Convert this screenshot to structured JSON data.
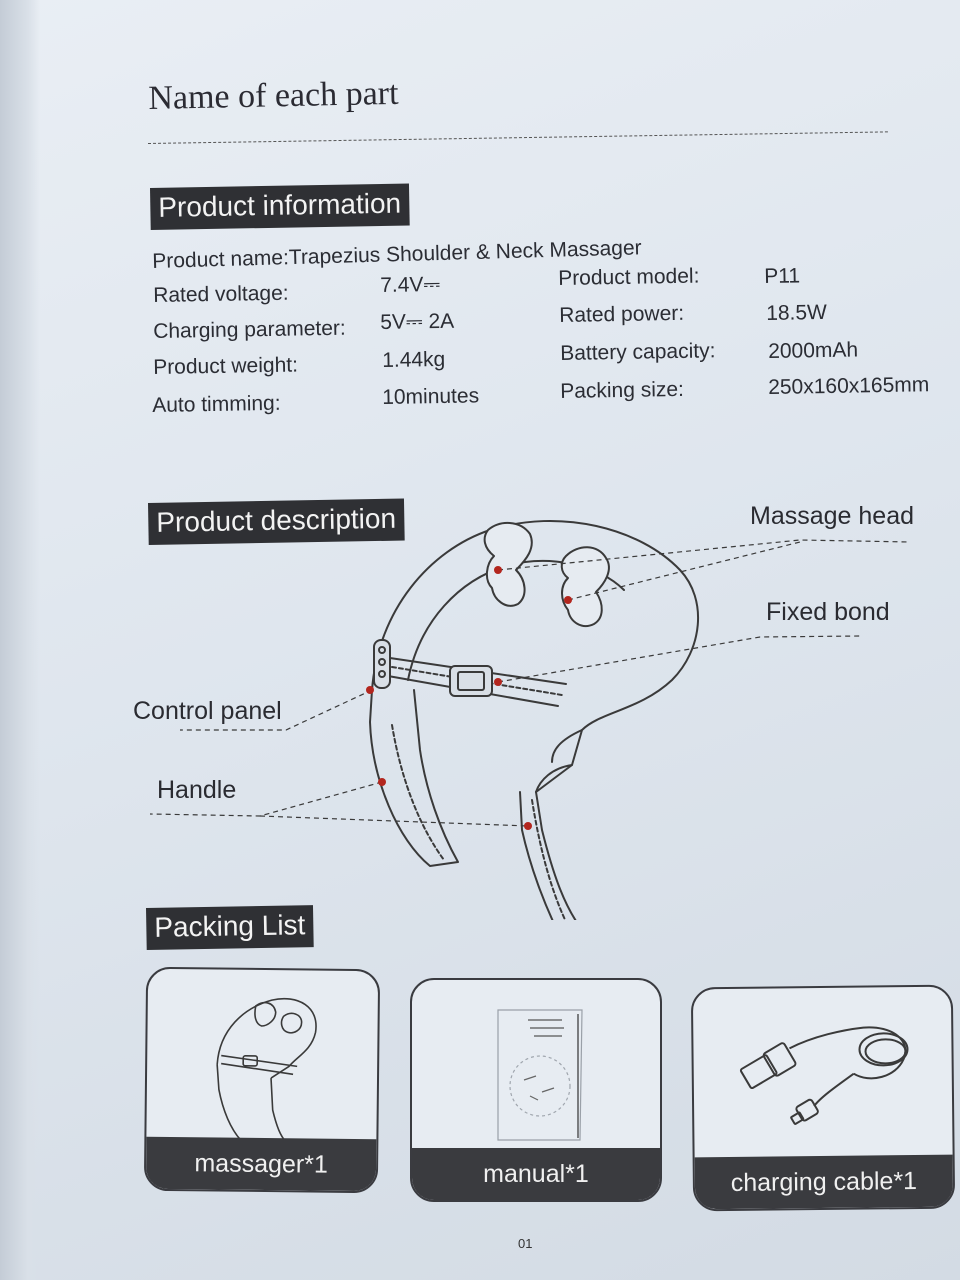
{
  "title": "Name of each part",
  "sections": {
    "info": "Product information",
    "description": "Product description",
    "packing": "Packing List"
  },
  "specs": {
    "product_name": "Product name:Trapezius Shoulder & Neck Massager",
    "left": [
      {
        "label": "Rated voltage:",
        "value": "7.4V⎓"
      },
      {
        "label": "Charging parameter:",
        "value": "5V⎓ 2A"
      },
      {
        "label": "Product weight:",
        "value": "1.44kg"
      },
      {
        "label": "Auto timming:",
        "value": "10minutes"
      }
    ],
    "right": [
      {
        "label": "Product model:",
        "value": "P11"
      },
      {
        "label": "Rated power:",
        "value": "18.5W"
      },
      {
        "label": "Battery capacity:",
        "value": "2000mAh"
      },
      {
        "label": "Packing size:",
        "value": "250x160x165mm"
      }
    ]
  },
  "callouts": {
    "massage_head": "Massage head",
    "fixed_bond": "Fixed bond",
    "control_panel": "Control panel",
    "handle": "Handle"
  },
  "packing_items": [
    {
      "label": "massager*1"
    },
    {
      "label": "manual*1"
    },
    {
      "label": "charging cable*1"
    }
  ],
  "page_number": "01",
  "colors": {
    "tag_background": "#2f3034",
    "callout_dot": "#b3261e",
    "line_art": "#3a3a3a"
  }
}
